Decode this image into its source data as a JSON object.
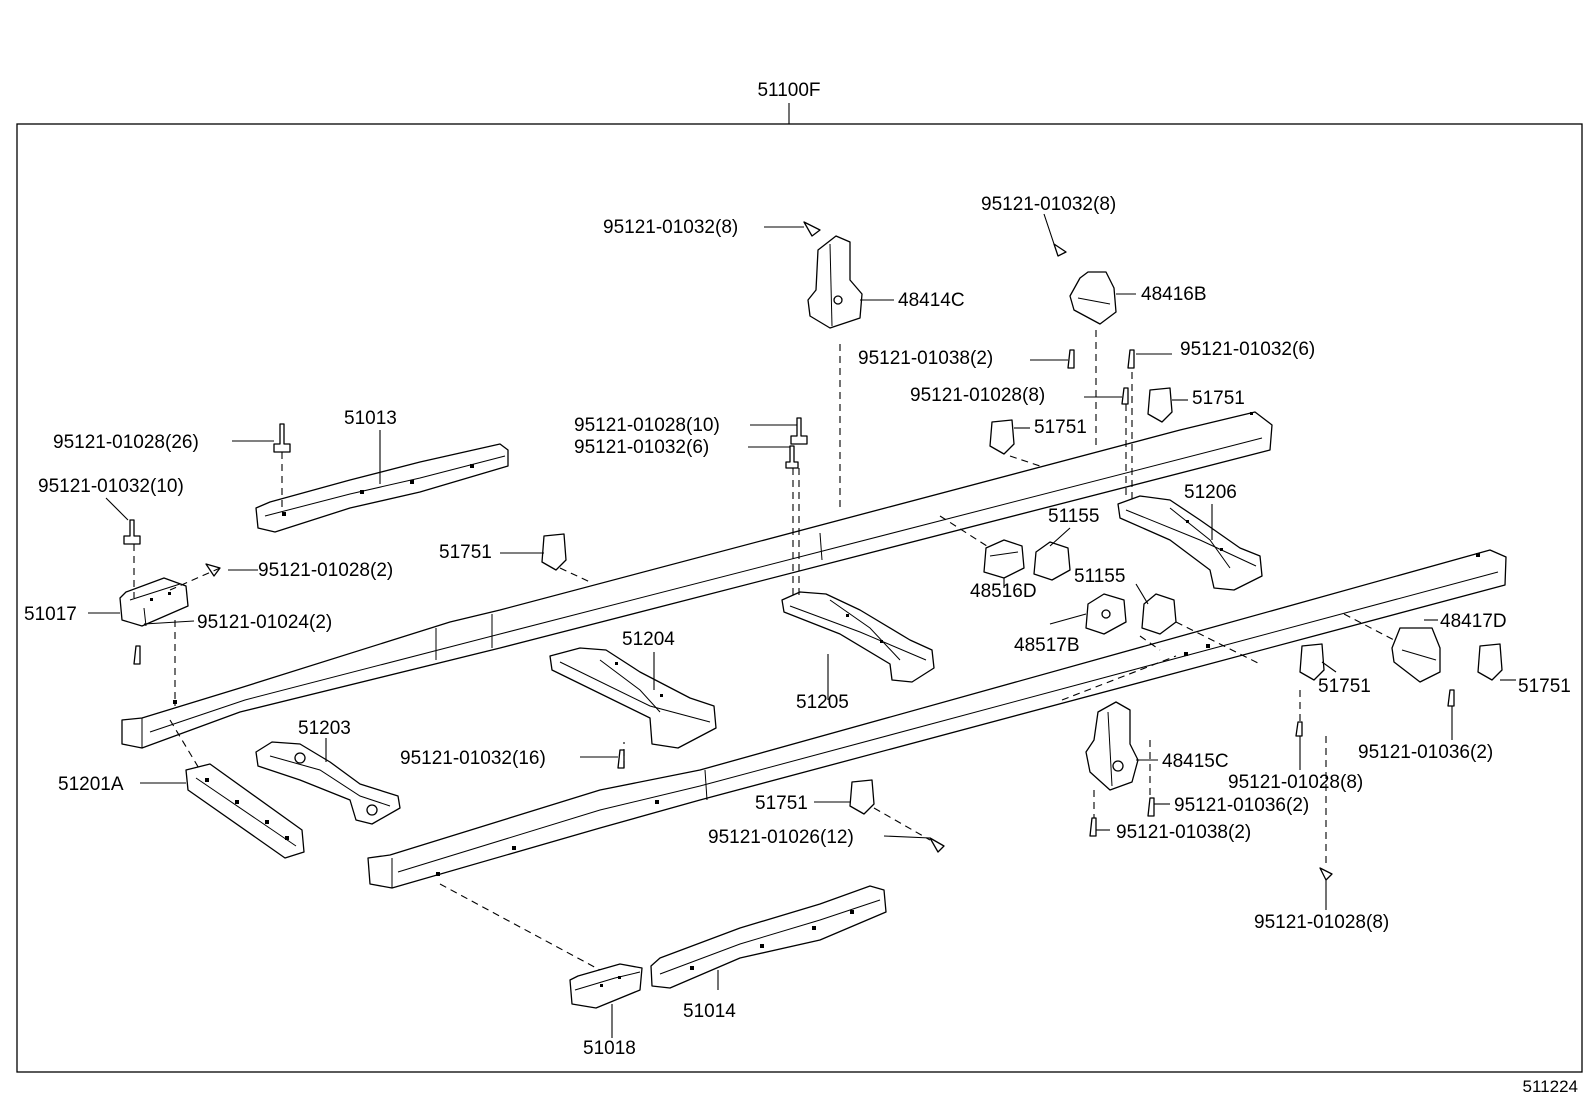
{
  "diagram": {
    "assembly_label": "51100F",
    "corner_code": "511224",
    "labels": {
      "l_95121_01032_8_a": "95121-01032(8)",
      "l_95121_01032_8_b": "95121-01032(8)",
      "l_48414C": "48414C",
      "l_48416B": "48416B",
      "l_95121_01038_2_a": "95121-01038(2)",
      "l_95121_01032_6_a": "95121-01032(6)",
      "l_95121_01028_8_a": "95121-01028(8)",
      "l_51751_a": "51751",
      "l_51751_b": "51751",
      "l_51013": "51013",
      "l_95121_01028_26": "95121-01028(26)",
      "l_95121_01028_10": "95121-01028(10)",
      "l_95121_01032_6_b": "95121-01032(6)",
      "l_95121_01032_10": "95121-01032(10)",
      "l_51751_c": "51751",
      "l_95121_01028_2": "95121-01028(2)",
      "l_51155_a": "51155",
      "l_51206": "51206",
      "l_48516D": "48516D",
      "l_51155_b": "51155",
      "l_51017": "51017",
      "l_95121_01024_2": "95121-01024(2)",
      "l_48517B": "48517B",
      "l_48417D": "48417D",
      "l_51204": "51204",
      "l_51751_d": "51751",
      "l_51751_e": "51751",
      "l_51205": "51205",
      "l_51203": "51203",
      "l_95121_01036_2_a": "95121-01036(2)",
      "l_95121_01032_16": "95121-01032(16)",
      "l_48415C": "48415C",
      "l_51201A": "51201A",
      "l_95121_01028_8_b": "95121-01028(8)",
      "l_51751_f": "51751",
      "l_95121_01036_2_b": "95121-01036(2)",
      "l_95121_01026_12": "95121-01026(12)",
      "l_95121_01038_2_b": "95121-01038(2)",
      "l_95121_01028_8_c": "95121-01028(8)",
      "l_51014": "51014",
      "l_51018": "51018"
    }
  }
}
